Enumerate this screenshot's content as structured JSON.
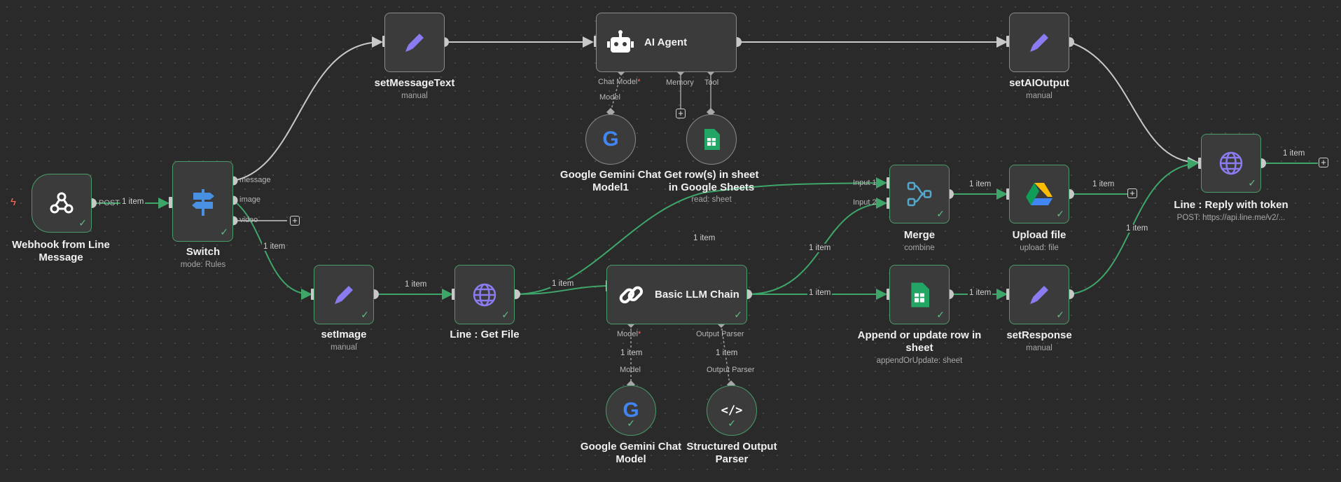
{
  "nodes": {
    "webhook": {
      "title": "Webhook from Line Message",
      "icon": "webhook-icon",
      "method": "POST"
    },
    "switch": {
      "title": "Switch",
      "subtitle": "mode: Rules",
      "icon": "signpost-icon",
      "outputs": [
        "message",
        "image",
        "video"
      ]
    },
    "setMessageText": {
      "title": "setMessageText",
      "subtitle": "manual",
      "icon": "pencil-icon"
    },
    "aiAgent": {
      "title": "AI Agent",
      "icon": "robot-icon",
      "ports": {
        "chat_model": "Chat Model",
        "chat_model_req": "*",
        "memory": "Memory",
        "tool": "Tool"
      }
    },
    "setAIOutput": {
      "title": "setAIOutput",
      "subtitle": "manual",
      "icon": "pencil-icon"
    },
    "geminiChatModel1": {
      "title": "Google Gemini Chat Model1",
      "icon": "google-icon",
      "port": "Model"
    },
    "getRows": {
      "title": "Get row(s) in sheet in Google Sheets",
      "subtitle": "read: sheet",
      "icon": "sheets-icon"
    },
    "setImage": {
      "title": "setImage",
      "subtitle": "manual",
      "icon": "pencil-icon"
    },
    "lineGetFile": {
      "title": "Line : Get File",
      "icon": "globe-icon"
    },
    "basicLLMChain": {
      "title": "Basic LLM Chain",
      "icon": "chain-link-icon",
      "ports": {
        "model": "Model",
        "model_req": "*",
        "output_parser": "Output Parser"
      }
    },
    "merge": {
      "title": "Merge",
      "subtitle": "combine",
      "icon": "merge-icon",
      "inputs": [
        "Input 1",
        "Input 2"
      ]
    },
    "uploadFile": {
      "title": "Upload file",
      "subtitle": "upload: file",
      "icon": "google-drive-icon"
    },
    "appendRow": {
      "title": "Append or update row in sheet",
      "subtitle": "appendOrUpdate: sheet",
      "icon": "sheets-icon"
    },
    "setResponse": {
      "title": "setResponse",
      "subtitle": "manual",
      "icon": "pencil-icon"
    },
    "lineReply": {
      "title": "Line : Reply with token",
      "subtitle": "POST: https://api.line.me/v2/...",
      "icon": "globe-icon"
    },
    "geminiChatModel": {
      "title": "Google Gemini Chat Model",
      "icon": "google-icon",
      "port": "Model"
    },
    "structuredParser": {
      "title": "Structured Output Parser",
      "icon": "code-icon",
      "port": "Output Parser"
    }
  },
  "edge_labels": {
    "webhook_switch": "1 item",
    "switch_setimage": "1 item",
    "setimage_getfile": "1 item",
    "getfile_chain": "1 item",
    "chain_merge1": "1 item",
    "chain_merge2": "1 item",
    "chain_append": "1 item",
    "merge_upload": "1 item",
    "upload_out": "1 item",
    "append_setresponse": "1 item",
    "setresponse_reply": "1 item",
    "reply_out": "1 item",
    "model_chain": "1 item",
    "parser_chain": "1 item"
  },
  "colors": {
    "canvas": "#2a2a2a",
    "success": "#4a9c6a",
    "edge": "#c8c8c8",
    "edge_success": "#3fa66a",
    "required": "#ff6b6b",
    "icon_purple": "#8a7cf0",
    "icon_blue": "#3b82f6"
  }
}
